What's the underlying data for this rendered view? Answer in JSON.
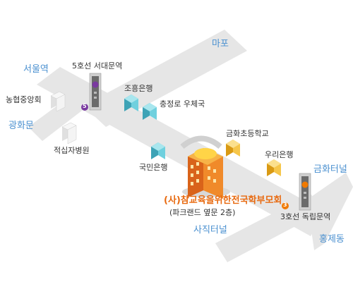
{
  "colors": {
    "road": "#e6e6e6",
    "area_label": "#4a90d0",
    "destination": "#e86a10",
    "line5": "#7a3aa0",
    "line3": "#f07a00",
    "bank_teal": "#5fc0d0",
    "school_yellow": "#f2b62b",
    "building_white": "#f4f4f4"
  },
  "areas": {
    "mapo": "마포",
    "seoul_station": "서울역",
    "gwanghwamun": "광화문",
    "geumhwa_tunnel": "금화터널",
    "sajik_tunnel": "사직터널",
    "hongje": "홍제동"
  },
  "stations": {
    "seodaemun": "5호선 서대문역",
    "seodaemun_line": "5",
    "dongnimmun": "3호선 독립문역",
    "dongnimmun_line": "3"
  },
  "landmarks": {
    "nonghyup": "농협중앙회",
    "joheung_bank": "조흥은행",
    "post_office": "충정로 우체국",
    "red_cross_hospital": "적십자병원",
    "kookmin_bank": "국민은행",
    "geumhwa_school": "금화초등학교",
    "woori_bank": "우리은행"
  },
  "destination": {
    "name": "(사)참교육을위한전국학부모회",
    "detail": "(파크랜드 옆문 2층)"
  }
}
